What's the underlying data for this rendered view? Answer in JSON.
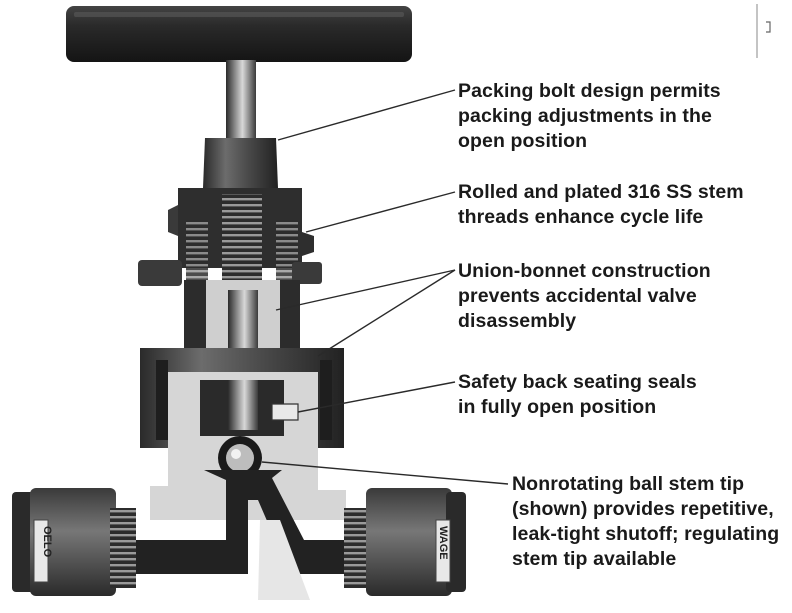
{
  "callouts": [
    {
      "name": "packing-bolt-callout",
      "lines": [
        "Packing bolt design permits",
        "packing adjustments in the",
        "open position"
      ]
    },
    {
      "name": "stem-threads-callout",
      "lines": [
        "Rolled and plated 316 SS stem",
        "threads enhance cycle life"
      ]
    },
    {
      "name": "union-bonnet-callout",
      "lines": [
        "Union-bonnet construction",
        "prevents accidental valve",
        "disassembly"
      ]
    },
    {
      "name": "back-seating-callout",
      "lines": [
        "Safety back seating seals",
        "in fully open position"
      ]
    },
    {
      "name": "ball-stem-tip-callout",
      "lines": [
        "Nonrotating ball stem tip",
        "(shown) provides repetitive,",
        "leak-tight shutoff; regulating",
        "stem tip available"
      ]
    }
  ],
  "fitting_marks": {
    "left": "OELO",
    "right": "WAGE"
  },
  "colors": {
    "body_dark": "#2b2b2b",
    "section_light": "#cfcfcf",
    "metal_mid": "#8a8a8a",
    "background": "#ffffff"
  }
}
